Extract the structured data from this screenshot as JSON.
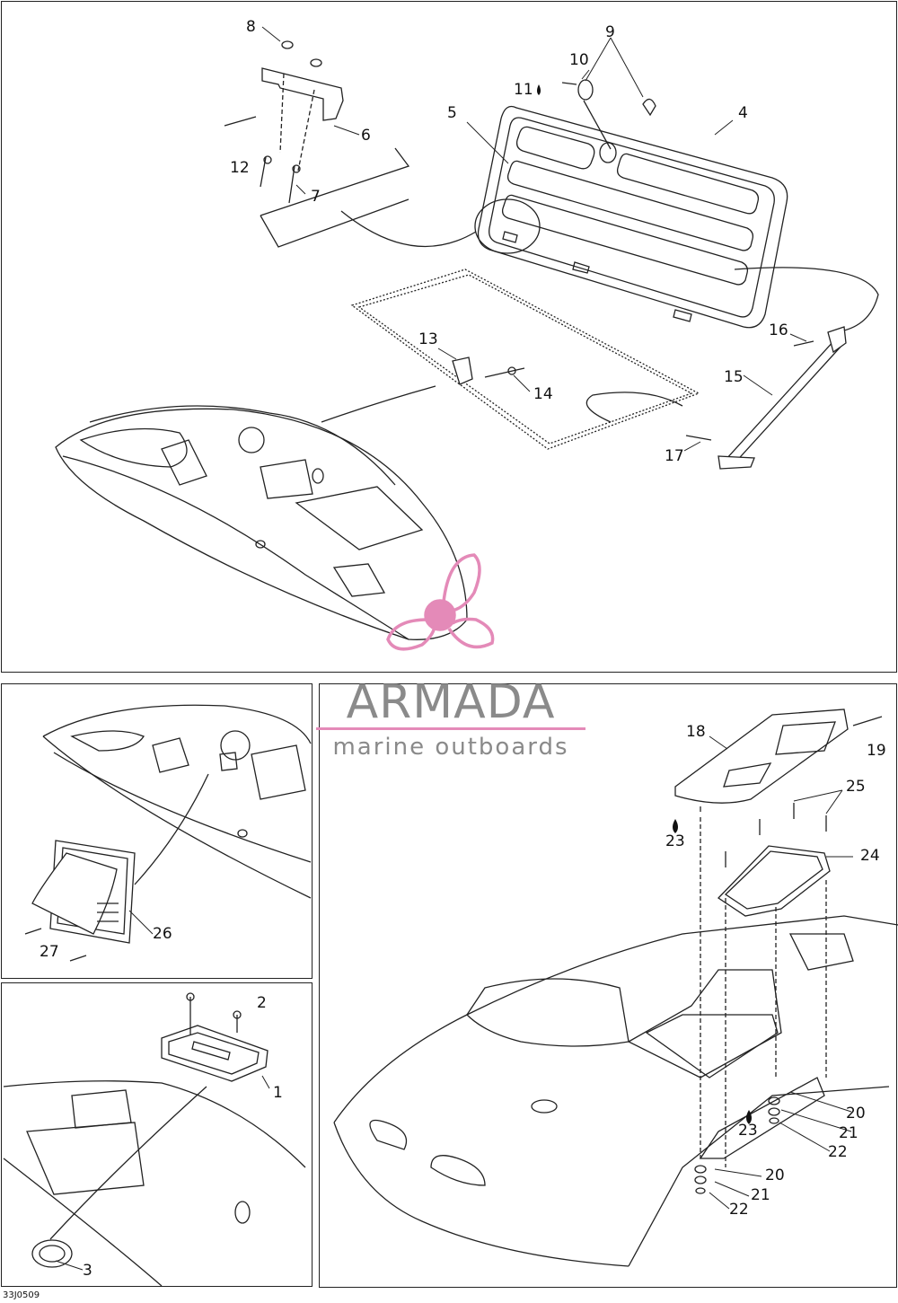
{
  "drawing_code": "33J0509",
  "watermark": {
    "brand": "ARMADA",
    "tagline": "marine outboards",
    "accent_color": "#e48ab8",
    "text_color": "#8a8a8a",
    "logo": "propeller-logo"
  },
  "callouts": {
    "c1": "1",
    "c2": "2",
    "c3": "3",
    "c4": "4",
    "c5": "5",
    "c6": "6",
    "c7": "7",
    "c8": "8",
    "c9": "9",
    "c10": "10",
    "c11": "11",
    "c12": "12",
    "c13": "13",
    "c14": "14",
    "c15": "15",
    "c16": "16",
    "c17": "17",
    "c18": "18",
    "c19": "19",
    "c20a": "20",
    "c20b": "20",
    "c21a": "21",
    "c21b": "21",
    "c22a": "22",
    "c22b": "22",
    "c23a": "23",
    "c23b": "23",
    "c24": "24",
    "c25": "25",
    "c26": "26",
    "c27": "27"
  },
  "icons": {
    "sealant": "sealant-drop-icon"
  }
}
